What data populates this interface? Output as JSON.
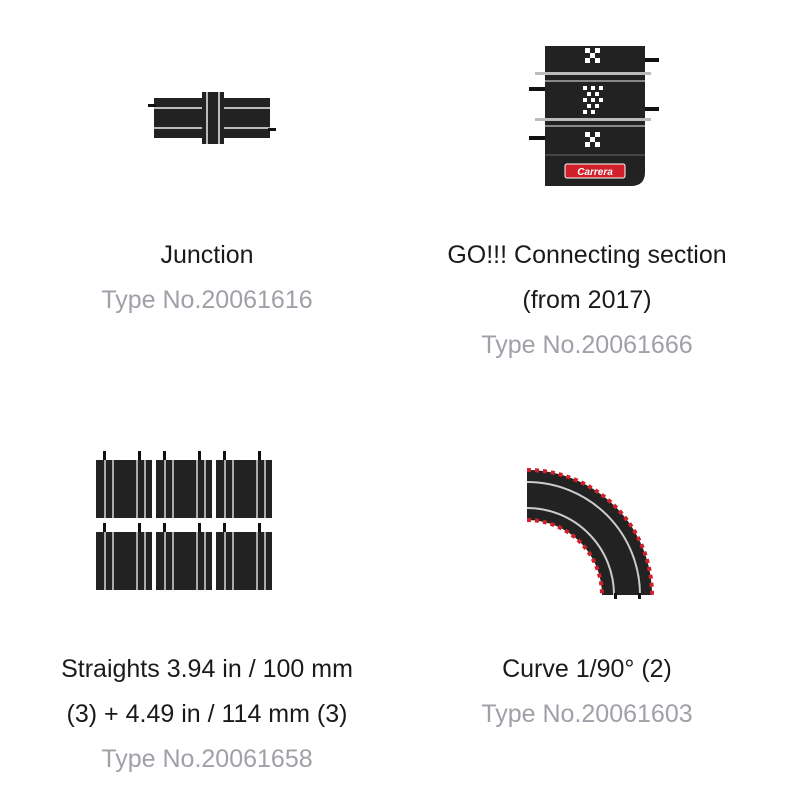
{
  "products": [
    {
      "title_lines": [
        "Junction"
      ],
      "type_no": "Type No.20061616",
      "image": "junction-track"
    },
    {
      "title_lines": [
        "GO!!! Connecting section",
        "(from 2017)"
      ],
      "type_no": "Type No.20061666",
      "image": "connecting-section-track",
      "logo_text": "Carrera"
    },
    {
      "title_lines": [
        "Straights 3.94 in / 100 mm",
        "(3) + 4.49 in / 114 mm (3)"
      ],
      "type_no": "Type No.20061658",
      "image": "straights-track"
    },
    {
      "title_lines": [
        "Curve 1/90° (2)"
      ],
      "type_no": "Type No.20061603",
      "image": "curve-track"
    }
  ],
  "colors": {
    "track": "#222222",
    "rail": "#bdbdbd",
    "curb_red": "#d0202a",
    "type_gray": "#a0a0a8"
  }
}
